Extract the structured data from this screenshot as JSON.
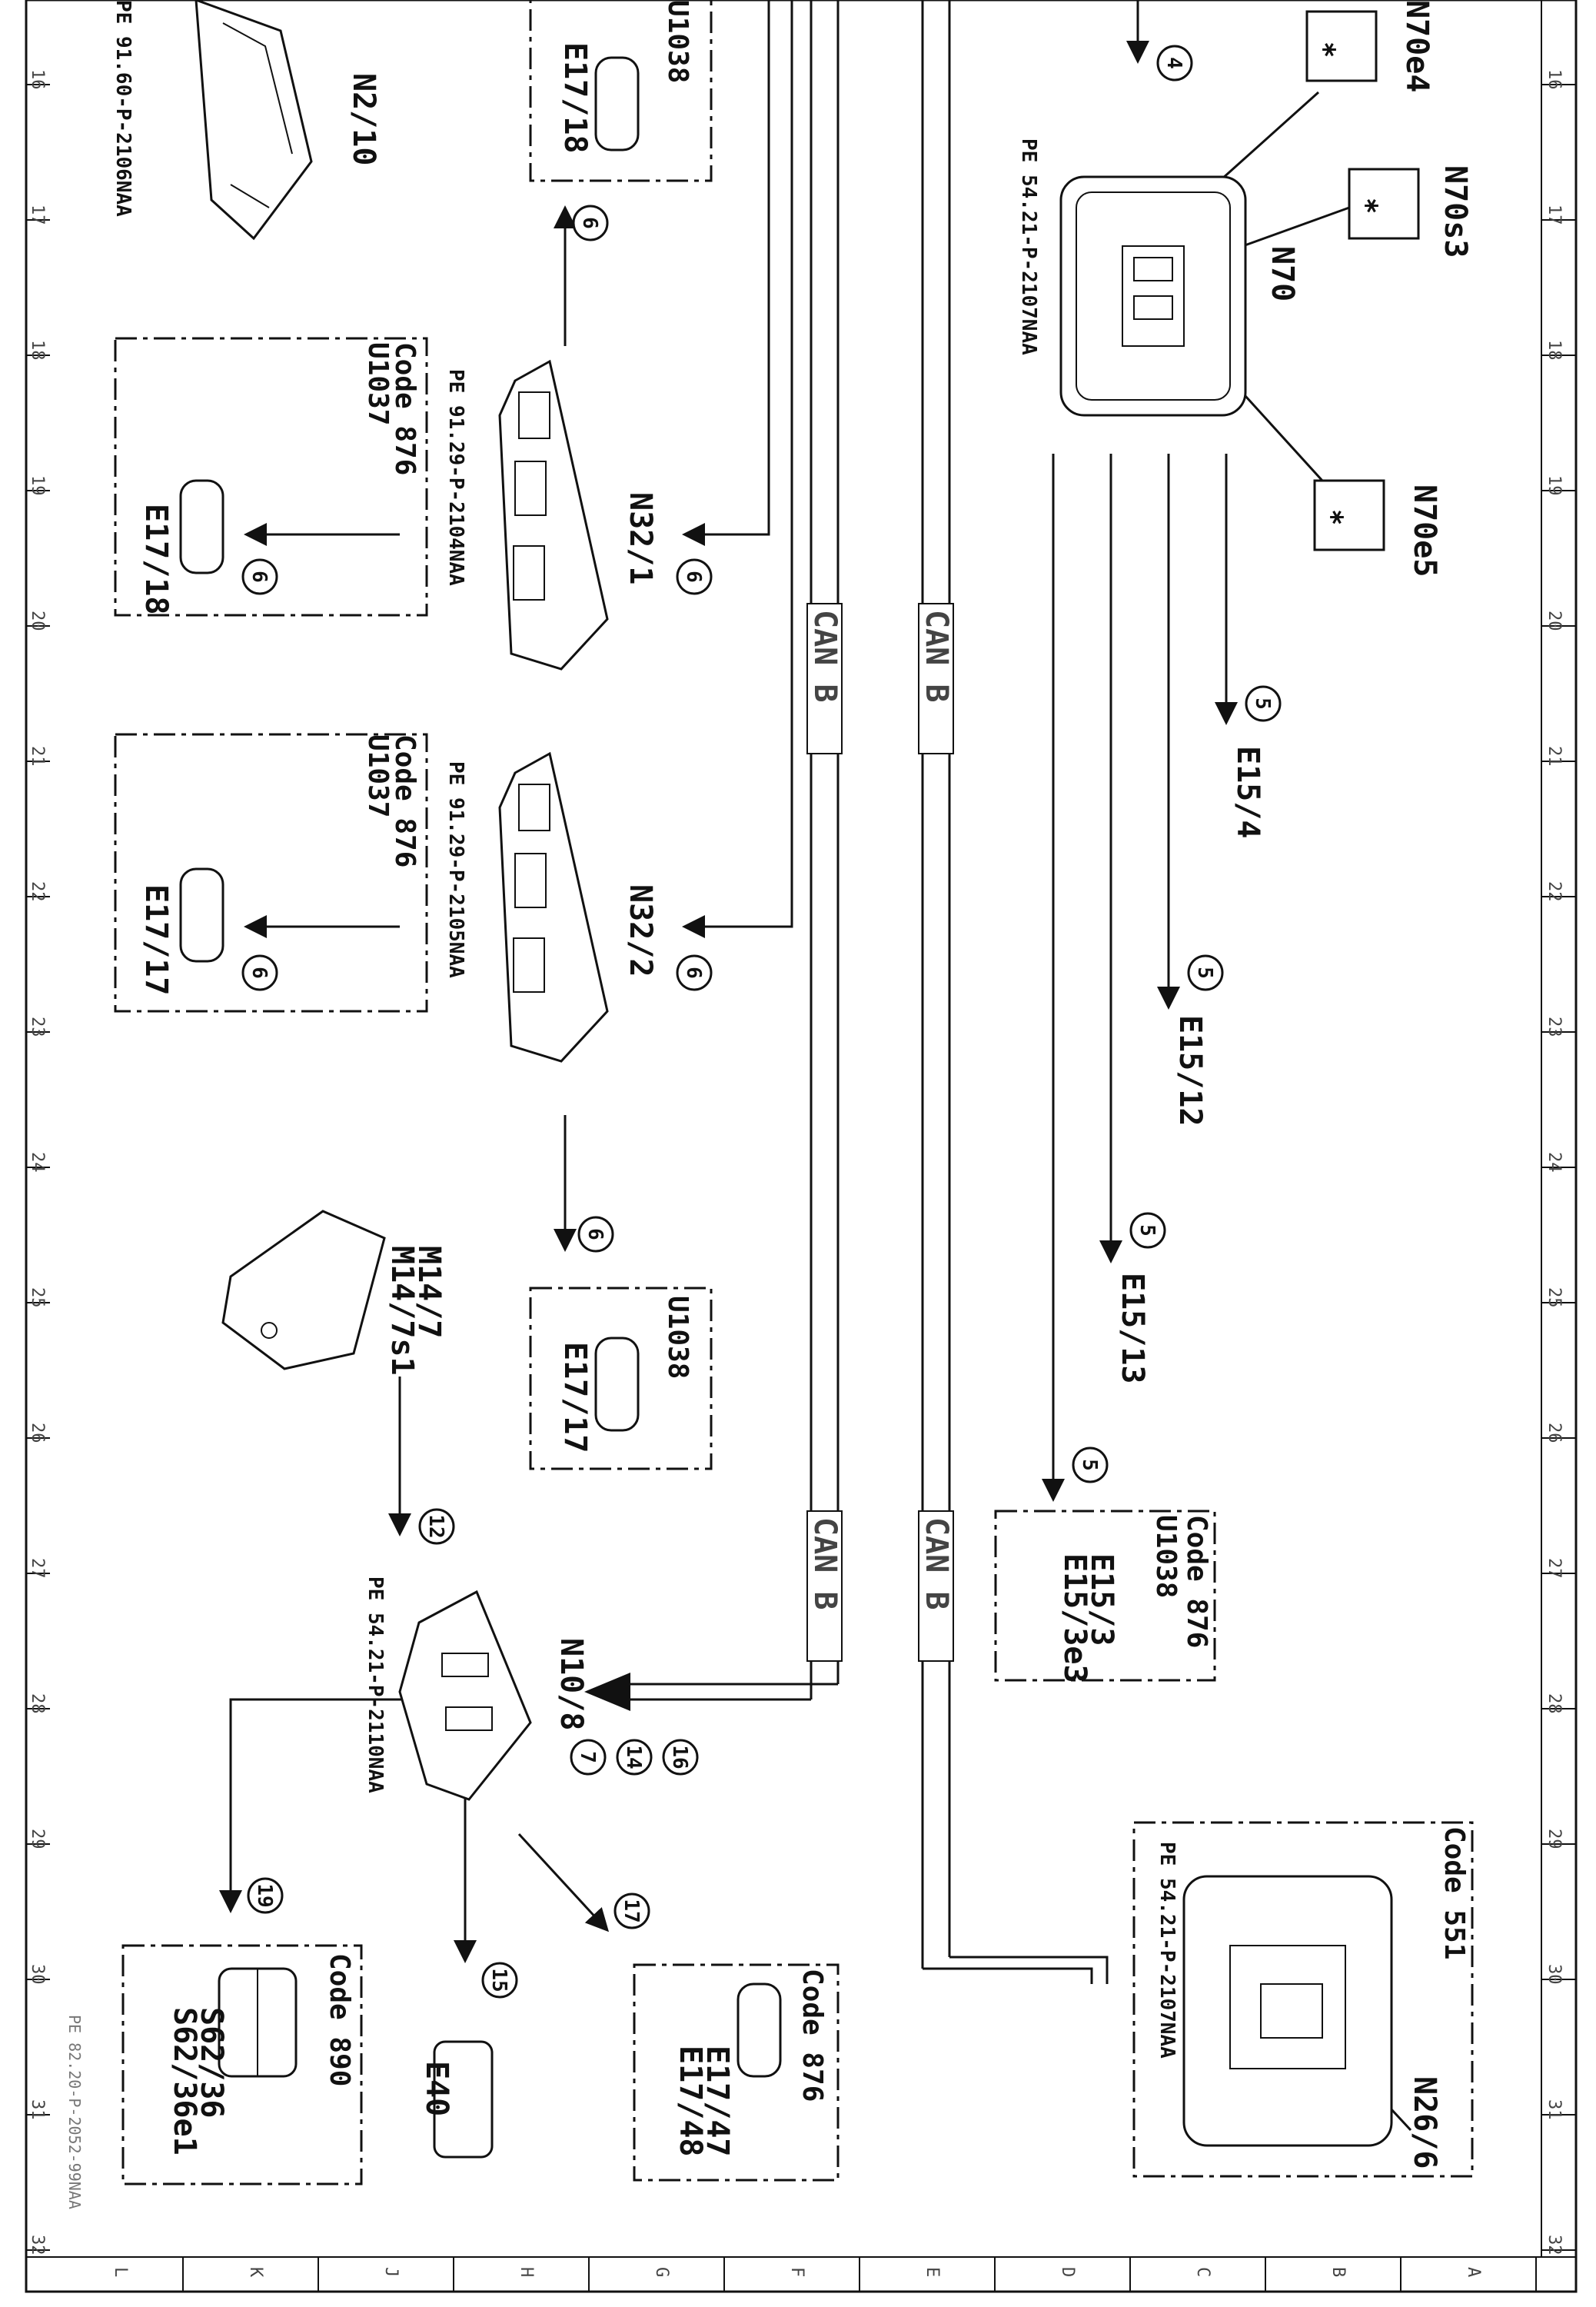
{
  "document_id": "PE 82.20-P-2052-99NAA",
  "grid": {
    "columns": [
      "16",
      "17",
      "18",
      "19",
      "20",
      "21",
      "22",
      "23",
      "24",
      "25",
      "26",
      "27",
      "28",
      "29",
      "30",
      "31",
      "32"
    ],
    "rows": [
      "L",
      "K",
      "J",
      "H",
      "G",
      "F",
      "E",
      "D",
      "C",
      "B",
      "A"
    ]
  },
  "bus_labels": [
    "CAN B",
    "CAN B",
    "CAN B",
    "CAN B"
  ],
  "components": {
    "n2_10": {
      "label": "N2/10",
      "ref": "PE 91.60-P-2106NAA"
    },
    "n32_1": {
      "label": "N32/1",
      "ref": "PE 91.29-P-2104NAA"
    },
    "n32_2": {
      "label": "N32/2",
      "ref": "PE 91.29-P-2105NAA"
    },
    "m14_7": {
      "label1": "M14/7",
      "label2": "M14/7s1"
    },
    "n10_8": {
      "label": "N10/8",
      "ref": "PE 54.21-P-2110NAA"
    },
    "n70": {
      "label": "N70",
      "ref": "PE 54.21-P-2107NAA"
    },
    "n70e4": {
      "label": "N70e4"
    },
    "n70s3": {
      "label": "N70s3"
    },
    "n70e5": {
      "label": "N70e5"
    },
    "e15_4": {
      "label": "E15/4"
    },
    "e15_12": {
      "label": "E15/12"
    },
    "e15_13": {
      "label": "E15/13"
    },
    "e40": {
      "label": "E40"
    },
    "n26_6": {
      "label": "N26/6",
      "ref": "PE 54.21-P-2107NAA"
    }
  },
  "boxes": {
    "top_u1038": {
      "code": "U1038",
      "label": "E17/18"
    },
    "e17_18_box": {
      "code1": "Code 876",
      "code2": "U1037",
      "label": "E17/18"
    },
    "e17_17_box": {
      "code1": "Code 876",
      "code2": "U1037",
      "label": "E17/17"
    },
    "u1038_e17_17": {
      "code": "U1038",
      "label": "E17/17"
    },
    "e15_3_box": {
      "code1": "Code 876",
      "code2": "U1038",
      "label1": "E15/3",
      "label2": "E15/3e3"
    },
    "code551_box": {
      "code": "Code 551"
    },
    "code890_box": {
      "code": "Code 890",
      "label1": "S62/36",
      "label2": "S62/36e1"
    },
    "code876_e17_47": {
      "code": "Code 876",
      "label1": "E17/47",
      "label2": "E17/48"
    }
  },
  "circled_numbers": {
    "n4": "4",
    "n5a": "5",
    "n5b": "5",
    "n5c": "5",
    "n5d": "5",
    "n6a": "6",
    "n6b": "6",
    "n6c": "6",
    "n6d": "6",
    "n6e": "6",
    "n6f": "6",
    "n7": "7",
    "n12": "12",
    "n14": "14",
    "n15": "15",
    "n16": "16",
    "n17": "17",
    "n19": "19"
  }
}
